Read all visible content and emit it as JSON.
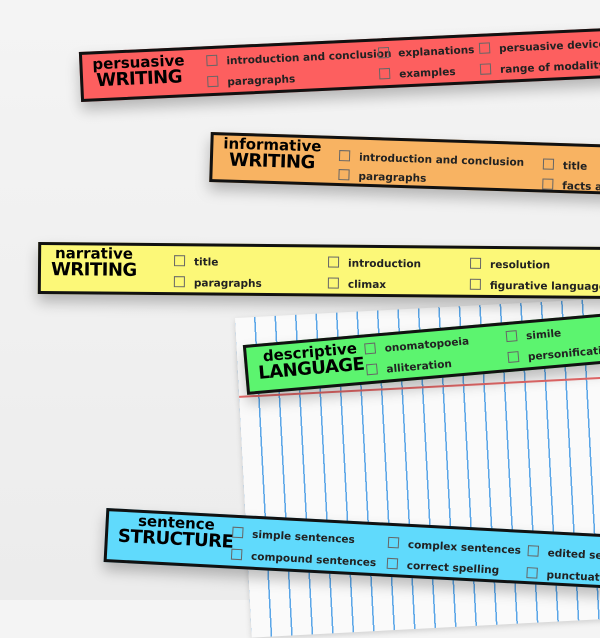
{
  "strips": [
    {
      "small": "persuasive",
      "big": "WRITING",
      "color": "#fd5f5f",
      "items": [
        "introduction and conclusion",
        "paragraphs",
        "explanations",
        "examples",
        "persuasive devices (",
        "range of modality w"
      ]
    },
    {
      "small": "informative",
      "big": "WRITING",
      "color": "#f8b362",
      "items": [
        "introduction and conclusion",
        "paragraphs",
        "title",
        "facts an"
      ]
    },
    {
      "small": "narrative",
      "big": "WRITING",
      "color": "#fcf878",
      "items": [
        "title",
        "paragraphs",
        "introduction",
        "climax",
        "resolution",
        "figurative language"
      ]
    },
    {
      "small": "descriptive",
      "big": "LANGUAGE",
      "color": "#5cf46f",
      "items": [
        "onomatopoeia",
        "alliteration",
        "simile",
        "personification"
      ]
    },
    {
      "small": "sentence",
      "big": "STRUCTURE",
      "color": "#60dafc",
      "items": [
        "simple sentences",
        "compound sentences",
        "complex sentences",
        "correct spelling",
        "edited sen",
        "punctuatio"
      ]
    }
  ]
}
